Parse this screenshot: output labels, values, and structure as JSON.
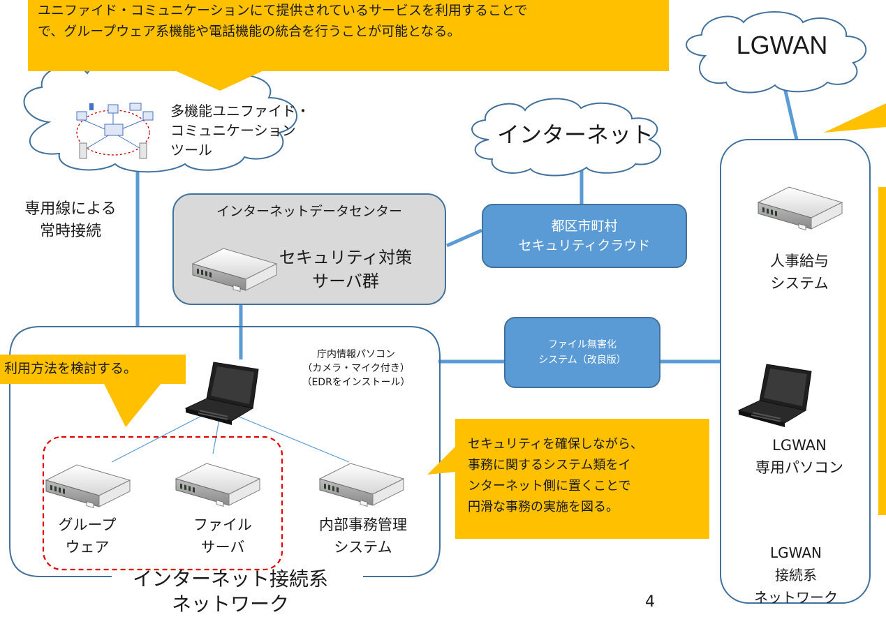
{
  "top_callout": {
    "line1": "ユニファイド・コミュニケーションにて提供されているサービスを利用することで",
    "line2": "で、グループウェア系機能や電話機能の統合を行うことが可能となる。"
  },
  "clouds": {
    "lgwan": "LGWAN",
    "internet": "インターネット",
    "unified_line1": "多機能ユニファイド・",
    "unified_line2": "コミュニケーション",
    "unified_line3": "ツール"
  },
  "dedicated_line": {
    "line1": "専用線による",
    "line2": "常時接続"
  },
  "idc": {
    "title": "インターネットデータセンター",
    "server_line1": "セキュリティ対策",
    "server_line2": "サーバ群"
  },
  "security_cloud": {
    "line1": "都区市町村",
    "line2": "セキュリティクラウド"
  },
  "file_sanitize": {
    "line1": "ファイル無害化",
    "line2": "システム（改良版）"
  },
  "pc": {
    "line1": "庁内情報パソコン",
    "line2": "（カメラ・マイク付き）",
    "line3": "（EDRをインストール）"
  },
  "left_callout": "利用方法を検討する。",
  "right_callout": {
    "line1": "セキュリティを確保しながら、",
    "line2": "事務に関するシステム類をイ",
    "line3": "ンターネット側に置くことで",
    "line4": "円滑な事務の実施を図る。"
  },
  "servers": {
    "groupware_line1": "グループ",
    "groupware_line2": "ウェア",
    "file_line1": "ファイル",
    "file_line2": "サーバ",
    "internal_line1": "内部事務管理",
    "internal_line2": "システム"
  },
  "internet_net": {
    "line1": "インターネット接続系",
    "line2": "ネットワーク"
  },
  "lgwan_net": {
    "hr_line1": "人事給与",
    "hr_line2": "システム",
    "pc_line1": "LGWAN",
    "pc_line2": "専用パソコン",
    "net_line1": "LGWAN",
    "net_line2": "接続系",
    "net_line3": "ネットワーク"
  },
  "page_number": "4",
  "colors": {
    "callout": "#ffc000",
    "blue_box": "#5b9bd5",
    "line_blue": "#5b9bd5",
    "frame": "#41719c",
    "idc_fill": "#d9d9d9",
    "dashed_red": "#e00000"
  },
  "icons": [
    "cloud",
    "server",
    "laptop",
    "network-topology"
  ]
}
